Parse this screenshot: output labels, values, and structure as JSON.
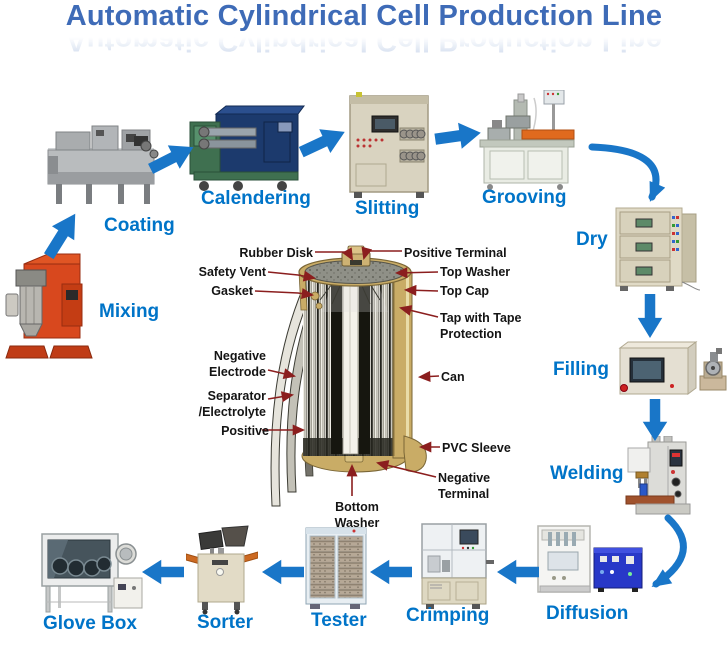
{
  "title": "Automatic Cylindrical Cell Production Line",
  "colors": {
    "title_blue": "#3e6bb7",
    "label_blue": "#0074c8",
    "arrow_blue": "#1976c8",
    "leader_red": "#8b1e1e",
    "can_tan": "#c9ac66"
  },
  "stages": [
    {
      "id": "mixing",
      "label": "Mixing"
    },
    {
      "id": "coating",
      "label": "Coating"
    },
    {
      "id": "calendering",
      "label": "Calendering"
    },
    {
      "id": "slitting",
      "label": "Slitting"
    },
    {
      "id": "grooving",
      "label": "Grooving"
    },
    {
      "id": "dry",
      "label": "Dry"
    },
    {
      "id": "filling",
      "label": "Filling"
    },
    {
      "id": "welding",
      "label": "Welding"
    },
    {
      "id": "diffusion",
      "label": "Diffusion"
    },
    {
      "id": "crimping",
      "label": "Crimping"
    },
    {
      "id": "tester",
      "label": "Tester"
    },
    {
      "id": "sorter",
      "label": "Sorter"
    },
    {
      "id": "glove_box",
      "label": "Glove Box"
    }
  ],
  "battery_diagram": {
    "labels": [
      {
        "id": "rubber-disk",
        "text": "Rubber Disk"
      },
      {
        "id": "safety-vent",
        "text": "Safety Vent"
      },
      {
        "id": "gasket",
        "text": "Gasket"
      },
      {
        "id": "negative-electrode",
        "text": "Negative\nElectrode"
      },
      {
        "id": "separator-electrolyte",
        "text": "Separator\n/Electrolyte"
      },
      {
        "id": "positive",
        "text": "Positive"
      },
      {
        "id": "positive-terminal",
        "text": "Positive Terminal"
      },
      {
        "id": "top-washer",
        "text": "Top Washer"
      },
      {
        "id": "top-cap",
        "text": "Top Cap"
      },
      {
        "id": "tap-with-tape-protection",
        "text": "Tap with Tape\nProtection"
      },
      {
        "id": "can",
        "text": "Can"
      },
      {
        "id": "pvc-sleeve",
        "text": "PVC Sleeve"
      },
      {
        "id": "negative-terminal",
        "text": "Negative\nTerminal"
      },
      {
        "id": "bottom-washer",
        "text": "Bottom\nWasher"
      }
    ]
  }
}
